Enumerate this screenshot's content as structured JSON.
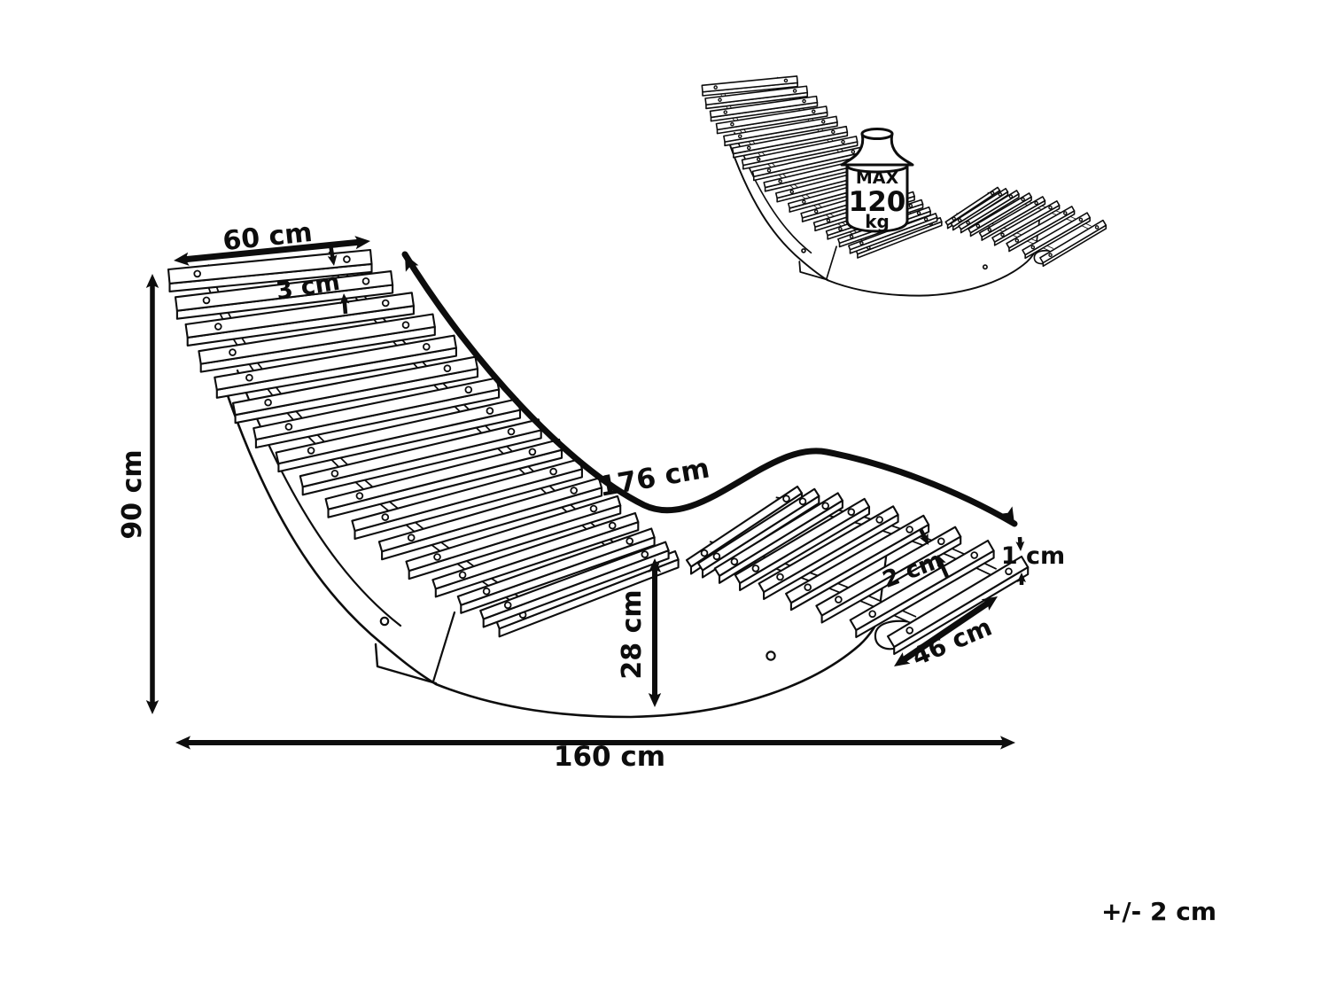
{
  "figure": {
    "type": "product-dimension-diagram",
    "subject": "curved slatted rocking sun lounger",
    "dimensions": {
      "back_slat_length": "60 cm",
      "back_slat_thickness": "3 cm",
      "overall_height": "90 cm",
      "lying_surface_length": "176 cm",
      "seat_height": "28 cm",
      "foot_slat_thickness": "2 cm",
      "foot_slat_edge": "1 cm",
      "foot_slat_length": "46 cm",
      "overall_length": "160 cm"
    },
    "max_load": {
      "line1": "MAX",
      "line2": "120",
      "line3": "kg"
    },
    "tolerance_note": "+/- 2 cm",
    "colors": {
      "line": "#0d0d0d",
      "background": "#ffffff"
    }
  }
}
